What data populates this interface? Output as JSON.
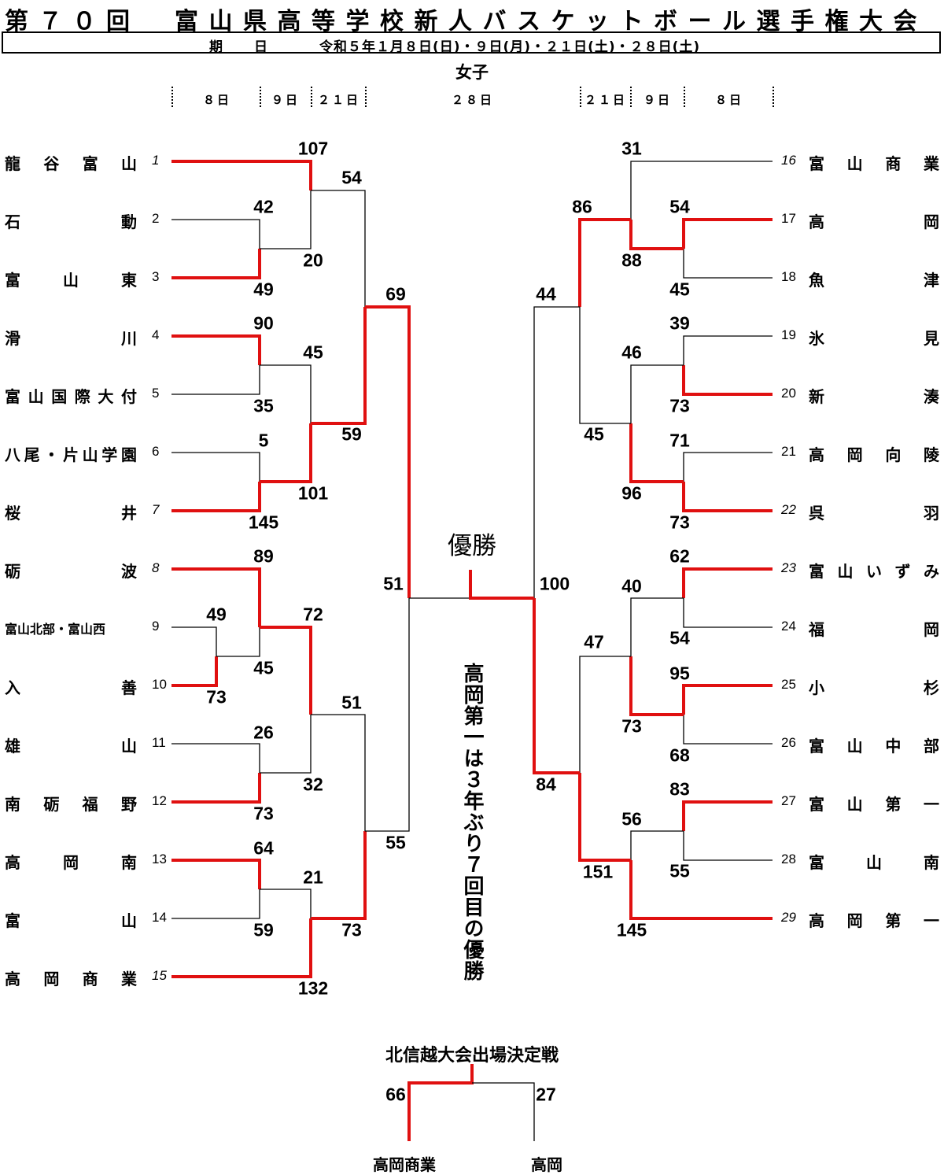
{
  "header": {
    "title_main": "第７０回",
    "title_sub": "富山県高等学校新人バスケットボール選手権大会",
    "date_label": "期日",
    "date_value": "令和５年１月８日(日)・９日(月)・２１日(土)・２８日(土)",
    "division": "女子"
  },
  "rounds_left": [
    "８日",
    "９日",
    "２１日"
  ],
  "round_final": "２８日",
  "rounds_right": [
    "２１日",
    "９日",
    "８日"
  ],
  "teams_left": [
    {
      "seed": "1",
      "name": "龍谷富山",
      "winner": true
    },
    {
      "seed": "2",
      "name": "石動",
      "winner": false
    },
    {
      "seed": "3",
      "name": "富山東",
      "winner": true
    },
    {
      "seed": "4",
      "name": "滑川",
      "winner": true
    },
    {
      "seed": "5",
      "name": "富山国際大付",
      "winner": false
    },
    {
      "seed": "6",
      "name": "八尾・片山学園",
      "winner": false
    },
    {
      "seed": "7",
      "name": "桜井",
      "winner": true
    },
    {
      "seed": "8",
      "name": "砺波",
      "winner": true
    },
    {
      "seed": "9",
      "name": "富山北部・富山西",
      "winner": false
    },
    {
      "seed": "10",
      "name": "入善",
      "winner": true
    },
    {
      "seed": "11",
      "name": "雄山",
      "winner": false
    },
    {
      "seed": "12",
      "name": "南砺福野",
      "winner": true
    },
    {
      "seed": "13",
      "name": "高岡南",
      "winner": true
    },
    {
      "seed": "14",
      "name": "富山",
      "winner": false
    },
    {
      "seed": "15",
      "name": "高岡商業",
      "winner": true
    }
  ],
  "teams_right": [
    {
      "seed": "16",
      "name": "富山商業",
      "winner": false
    },
    {
      "seed": "17",
      "name": "高岡",
      "winner": true
    },
    {
      "seed": "18",
      "name": "魚津",
      "winner": false
    },
    {
      "seed": "19",
      "name": "氷見",
      "winner": false
    },
    {
      "seed": "20",
      "name": "新湊",
      "winner": true
    },
    {
      "seed": "21",
      "name": "高岡向陵",
      "winner": false
    },
    {
      "seed": "22",
      "name": "呉羽",
      "winner": true
    },
    {
      "seed": "23",
      "name": "富山いずみ",
      "winner": true
    },
    {
      "seed": "24",
      "name": "福岡",
      "winner": false
    },
    {
      "seed": "25",
      "name": "小杉",
      "winner": true
    },
    {
      "seed": "26",
      "name": "富山中部",
      "winner": false
    },
    {
      "seed": "27",
      "name": "富山第一",
      "winner": true
    },
    {
      "seed": "28",
      "name": "富山南",
      "winner": false
    },
    {
      "seed": "29",
      "name": "高岡第一",
      "winner": true
    }
  ],
  "scores_left": [
    {
      "match": "R1: 石動 v 富山東",
      "a": "42",
      "b": "49"
    },
    {
      "match": "R1: 滑川 v 富山国際大付",
      "a": "90",
      "b": "35"
    },
    {
      "match": "R1: 八尾・片山学園 v 桜井",
      "a": "5",
      "b": "145"
    },
    {
      "match": "R0: 富山北部・富山西 v 入善",
      "a": "49",
      "b": "73"
    },
    {
      "match": "R1: 砺波 v 入善",
      "a": "89",
      "b": "45"
    },
    {
      "match": "R1: 雄山 v 南砺福野",
      "a": "26",
      "b": "73"
    },
    {
      "match": "R1: 高岡南 v 富山",
      "a": "64",
      "b": "59"
    },
    {
      "match": "R2: 龍谷富山 v 富山東",
      "a": "107",
      "b": "20"
    },
    {
      "match": "R2: 滑川 v 桜井",
      "a": "45",
      "b": "101"
    },
    {
      "match": "R2: 砺波 v 南砺福野",
      "a": "72",
      "b": "32"
    },
    {
      "match": "R2: 高岡南 v 高岡商業",
      "a": "21",
      "b": "132"
    },
    {
      "match": "R3: 龍谷富山 v 桜井",
      "a": "54",
      "b": "59"
    },
    {
      "match": "R3: 砺波 v 高岡商業",
      "a": "51",
      "b": "73"
    },
    {
      "match": "SF: 桜井 v 高岡商業",
      "a": "69",
      "b": "55"
    }
  ],
  "scores_right": [
    {
      "match": "R1: 高岡 v 魚津",
      "a": "54",
      "b": "45"
    },
    {
      "match": "R1: 氷見 v 新湊",
      "a": "39",
      "b": "73"
    },
    {
      "match": "R1: 高岡向陵 v 呉羽",
      "a": "71",
      "b": "73"
    },
    {
      "match": "R1: 富山いずみ v 福岡",
      "a": "62",
      "b": "54"
    },
    {
      "match": "R1: 小杉 v 富山中部",
      "a": "95",
      "b": "68"
    },
    {
      "match": "R1: 富山第一 v 富山南",
      "a": "83",
      "b": "55"
    },
    {
      "match": "R2: 富山商業 v 高岡",
      "a": "31",
      "b": "88"
    },
    {
      "match": "R2: 新湊 v 呉羽",
      "a": "46",
      "b": "96"
    },
    {
      "match": "R2: 富山いずみ v 小杉",
      "a": "40",
      "b": "73"
    },
    {
      "match": "R2: 富山第一 v 高岡第一",
      "a": "56",
      "b": "145"
    },
    {
      "match": "R3: 高岡 v 呉羽",
      "a": "86",
      "b": "45"
    },
    {
      "match": "R3: 小杉 v 高岡第一",
      "a": "47",
      "b": "151"
    },
    {
      "match": "SF: 高岡 v 高岡第一",
      "a": "44",
      "b": "84"
    }
  ],
  "final": {
    "left": "51",
    "right": "100",
    "champion_label": "優勝"
  },
  "note": "高岡第一は３年ぶり７回目の優勝",
  "hokushinetsu": {
    "title": "北信越大会出場決定戦",
    "left_team": "高岡商業",
    "right_team": "高岡",
    "left_score": "66",
    "right_score": "27",
    "winner": "left"
  },
  "colors": {
    "winner_line": "#e01010",
    "loser_line": "#000000",
    "text": "#000000",
    "background": "#ffffff"
  }
}
